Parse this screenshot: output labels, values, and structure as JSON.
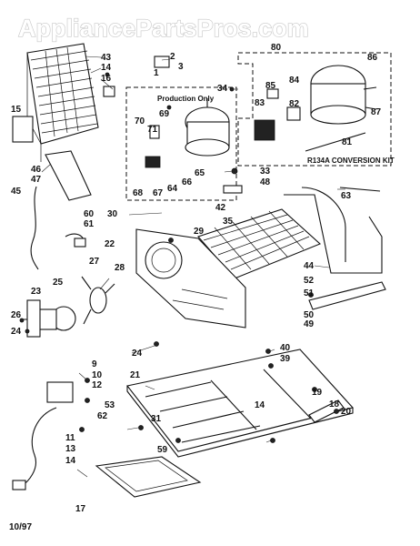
{
  "watermark": "AppliancePartsPros.com",
  "date_code": "10/97",
  "boxes": {
    "production_only": "Production Only",
    "conversion_kit": "R134A CONVERSION KIT"
  },
  "callouts": [
    {
      "id": "c43",
      "text": "43"
    },
    {
      "id": "c14a",
      "text": "14"
    },
    {
      "id": "c16",
      "text": "16"
    },
    {
      "id": "c2",
      "text": "2"
    },
    {
      "id": "c1",
      "text": "1"
    },
    {
      "id": "c3",
      "text": "3"
    },
    {
      "id": "c15",
      "text": "15"
    },
    {
      "id": "c80",
      "text": "80"
    },
    {
      "id": "c86",
      "text": "86"
    },
    {
      "id": "c84",
      "text": "84"
    },
    {
      "id": "c85",
      "text": "85"
    },
    {
      "id": "c83",
      "text": "83"
    },
    {
      "id": "c82",
      "text": "82"
    },
    {
      "id": "c87",
      "text": "87"
    },
    {
      "id": "c81",
      "text": "81"
    },
    {
      "id": "c34",
      "text": "34"
    },
    {
      "id": "c69",
      "text": "69"
    },
    {
      "id": "c70",
      "text": "70"
    },
    {
      "id": "c71",
      "text": "71"
    },
    {
      "id": "c65",
      "text": "65"
    },
    {
      "id": "c66",
      "text": "66"
    },
    {
      "id": "c64",
      "text": "64"
    },
    {
      "id": "c67",
      "text": "67"
    },
    {
      "id": "c68",
      "text": "68"
    },
    {
      "id": "c46",
      "text": "46"
    },
    {
      "id": "c47",
      "text": "47"
    },
    {
      "id": "c45",
      "text": "45"
    },
    {
      "id": "c33",
      "text": "33"
    },
    {
      "id": "c48",
      "text": "48"
    },
    {
      "id": "c63",
      "text": "63"
    },
    {
      "id": "c30",
      "text": "30"
    },
    {
      "id": "c42",
      "text": "42"
    },
    {
      "id": "c35",
      "text": "35"
    },
    {
      "id": "c29",
      "text": "29"
    },
    {
      "id": "c60",
      "text": "60"
    },
    {
      "id": "c61",
      "text": "61"
    },
    {
      "id": "c22",
      "text": "22"
    },
    {
      "id": "c27",
      "text": "27"
    },
    {
      "id": "c28",
      "text": "28"
    },
    {
      "id": "c44",
      "text": "44"
    },
    {
      "id": "c52",
      "text": "52"
    },
    {
      "id": "c51",
      "text": "51"
    },
    {
      "id": "c50",
      "text": "50"
    },
    {
      "id": "c49",
      "text": "49"
    },
    {
      "id": "c23",
      "text": "23"
    },
    {
      "id": "c25",
      "text": "25"
    },
    {
      "id": "c26",
      "text": "26"
    },
    {
      "id": "c24a",
      "text": "24"
    },
    {
      "id": "c24b",
      "text": "24"
    },
    {
      "id": "c40",
      "text": "40"
    },
    {
      "id": "c39",
      "text": "39"
    },
    {
      "id": "c9",
      "text": "9"
    },
    {
      "id": "c10",
      "text": "10"
    },
    {
      "id": "c12",
      "text": "12"
    },
    {
      "id": "c21",
      "text": "21"
    },
    {
      "id": "c19",
      "text": "19"
    },
    {
      "id": "c18",
      "text": "18"
    },
    {
      "id": "c20",
      "text": "20"
    },
    {
      "id": "c14b",
      "text": "14"
    },
    {
      "id": "c53",
      "text": "53"
    },
    {
      "id": "c62",
      "text": "62"
    },
    {
      "id": "c31",
      "text": "31"
    },
    {
      "id": "c59",
      "text": "59"
    },
    {
      "id": "c11",
      "text": "11"
    },
    {
      "id": "c13",
      "text": "13"
    },
    {
      "id": "c14c",
      "text": "14"
    },
    {
      "id": "c17",
      "text": "17"
    }
  ]
}
